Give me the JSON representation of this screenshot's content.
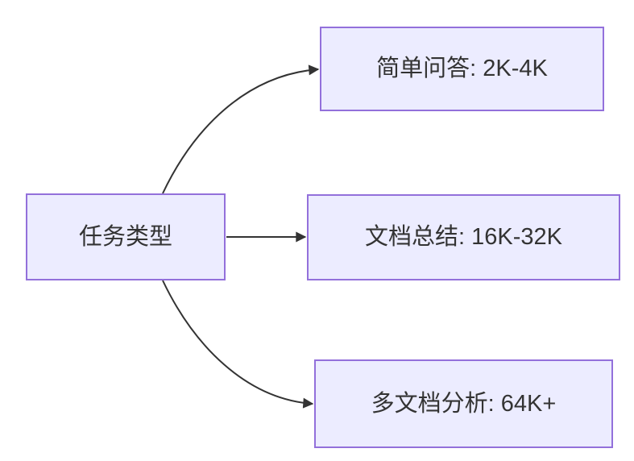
{
  "diagram": {
    "type": "flowchart-left-to-right",
    "root": {
      "label": "任务类型"
    },
    "branches": [
      {
        "id": "simple-qa",
        "label": "简单问答: 2K-4K"
      },
      {
        "id": "doc-summary",
        "label": "文档总结: 16K-32K"
      },
      {
        "id": "multi-doc-analysis",
        "label": "多文档分析: 64K+"
      }
    ],
    "edges": [
      {
        "from": "root",
        "to": "simple-qa"
      },
      {
        "from": "root",
        "to": "doc-summary"
      },
      {
        "from": "root",
        "to": "multi-doc-analysis"
      }
    ],
    "colors": {
      "node_fill": "#ECECFF",
      "node_border": "#9370DB",
      "edge": "#333333",
      "text": "#333333",
      "background": "#FFFFFF"
    }
  }
}
